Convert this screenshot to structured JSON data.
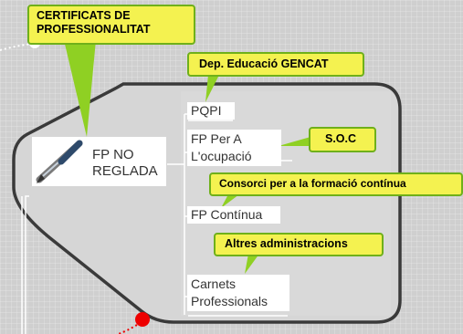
{
  "callouts": {
    "certificats": "CERTIFICATS DE PROFESSIONALITAT",
    "gencat": "Dep. Educació GENCAT",
    "soc": "S.O.C",
    "consorci": "Consorci per a la formació contínua",
    "altres": "Altres administracions"
  },
  "nodes": {
    "root": "FP NO REGLADA",
    "pqpi": "PQPI",
    "fp_ocupacio": "FP Per A L'ocupació",
    "fp_continua": "FP Contínua",
    "carnets": "Carnets Professionals"
  },
  "icons": {
    "root_icon": "pen-icon"
  },
  "colors": {
    "callout_fill": "#f4f250",
    "callout_tail": "#8fd023",
    "callout_border": "#6fb01a",
    "dot_red": "#ee0000",
    "panel_stroke": "#3a3a3a"
  }
}
